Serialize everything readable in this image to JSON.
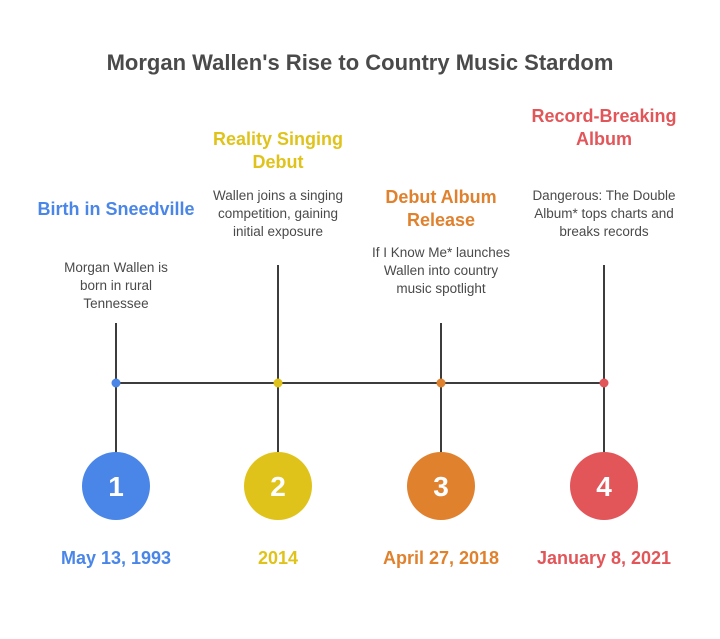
{
  "title": "Morgan Wallen's Rise to Country Music Stardom",
  "events": [
    {
      "number": "1",
      "title": "Birth in Sneedville",
      "description": "Morgan Wallen is born in rural Tennessee",
      "date": "May 13, 1993",
      "color": "#4a86e8"
    },
    {
      "number": "2",
      "title": "Reality Singing Debut",
      "description": "Wallen joins a singing competition, gaining initial exposure",
      "date": "2014",
      "color": "#e0c31a"
    },
    {
      "number": "3",
      "title": "Debut Album Release",
      "description": "If I Know Me* launches Wallen into country music spotlight",
      "date": "April 27, 2018",
      "color": "#e0812e"
    },
    {
      "number": "4",
      "title": "Record-Breaking Album",
      "description": "Dangerous: The Double Album* tops charts and breaks records",
      "date": "January 8, 2021",
      "color": "#e2565a"
    }
  ],
  "line_color": "#3c3c3c"
}
